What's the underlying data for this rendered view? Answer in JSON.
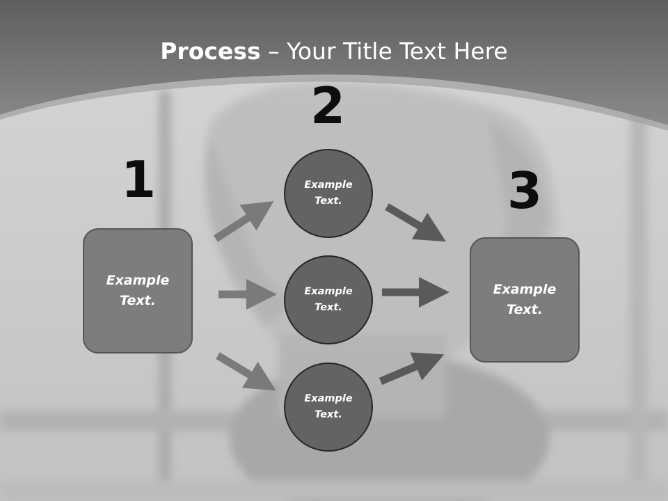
{
  "title": {
    "bold": "Process",
    "rest": " – Your Title Text Here"
  },
  "steps": [
    {
      "number": "1",
      "label": "Example Text."
    },
    {
      "number": "2",
      "label": "Example Text."
    },
    {
      "number": "3",
      "label": "Example Text."
    }
  ],
  "middle_nodes": [
    {
      "label": "Example Text."
    },
    {
      "label": "Example Text."
    },
    {
      "label": "Example Text."
    }
  ],
  "colors": {
    "header_band": "#7a7a7a",
    "box_fill": "#7d7d7d",
    "circle_fill": "#636363",
    "arrow_left": "#7a7a7a",
    "arrow_right": "#5a5a5a"
  }
}
